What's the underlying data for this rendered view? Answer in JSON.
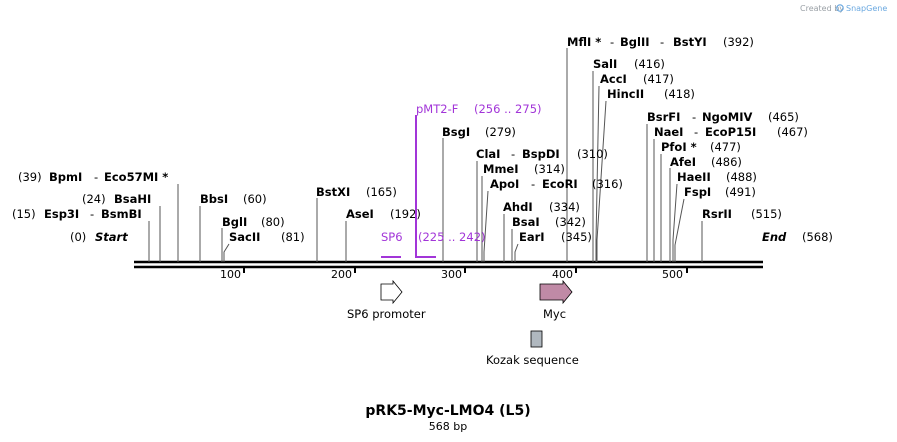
{
  "credit": {
    "created_by": "Created by",
    "brand": "SnapGene"
  },
  "map": {
    "title": "pRK5-Myc-LMO4 (L5)",
    "length_label": "568 bp",
    "start": {
      "label": "Start",
      "pos": "(0)"
    },
    "end": {
      "label": "End",
      "pos": "(568)"
    },
    "ticks": [
      "100",
      "200",
      "300",
      "400",
      "500"
    ]
  },
  "sites": [
    {
      "pos": "(15)",
      "names": [
        "Esp3I",
        "BsmBI"
      ]
    },
    {
      "pos": "(24)",
      "names": [
        "BsaHI"
      ]
    },
    {
      "pos": "(39)",
      "names": [
        "BpmI",
        "Eco57MI *"
      ]
    },
    {
      "pos": "(60)",
      "names": [
        "BbsI"
      ]
    },
    {
      "pos": "(80)",
      "names": [
        "BglI"
      ]
    },
    {
      "pos": "(81)",
      "names": [
        "SacII"
      ]
    },
    {
      "pos": "(165)",
      "names": [
        "BstXI"
      ]
    },
    {
      "pos": "(192)",
      "names": [
        "AseI"
      ]
    },
    {
      "pos": "(279)",
      "names": [
        "BsgI"
      ]
    },
    {
      "pos": "(310)",
      "names": [
        "ClaI",
        "BspDI"
      ]
    },
    {
      "pos": "(314)",
      "names": [
        "MmeI"
      ]
    },
    {
      "pos": "(316)",
      "names": [
        "ApoI",
        "EcoRI"
      ]
    },
    {
      "pos": "(334)",
      "names": [
        "AhdI"
      ]
    },
    {
      "pos": "(342)",
      "names": [
        "BsaI"
      ]
    },
    {
      "pos": "(345)",
      "names": [
        "EarI"
      ]
    },
    {
      "pos": "(392)",
      "names": [
        "MflI *",
        "BglII",
        "BstYI"
      ]
    },
    {
      "pos": "(416)",
      "names": [
        "SalI"
      ]
    },
    {
      "pos": "(417)",
      "names": [
        "AccI"
      ]
    },
    {
      "pos": "(418)",
      "names": [
        "HincII"
      ]
    },
    {
      "pos": "(465)",
      "names": [
        "BsrFI",
        "NgoMIV"
      ]
    },
    {
      "pos": "(467)",
      "names": [
        "NaeI",
        "EcoP15I"
      ]
    },
    {
      "pos": "(477)",
      "names": [
        "PfoI *"
      ]
    },
    {
      "pos": "(486)",
      "names": [
        "AfeI"
      ]
    },
    {
      "pos": "(488)",
      "names": [
        "HaeII"
      ]
    },
    {
      "pos": "(491)",
      "names": [
        "FspI"
      ]
    },
    {
      "pos": "(515)",
      "names": [
        "RsrII"
      ]
    }
  ],
  "primers": [
    {
      "name": "pMT2-F",
      "range": "(256 .. 275)",
      "color": "#a235d8"
    },
    {
      "name": "SP6",
      "range": "(225 .. 242)",
      "color": "#a235d8"
    }
  ],
  "features": [
    {
      "name": "SP6 promoter",
      "color": "#ffffff"
    },
    {
      "name": "Myc",
      "color": "#c08aa6"
    },
    {
      "name": "Kozak sequence",
      "color": "#b0b8bf"
    }
  ]
}
